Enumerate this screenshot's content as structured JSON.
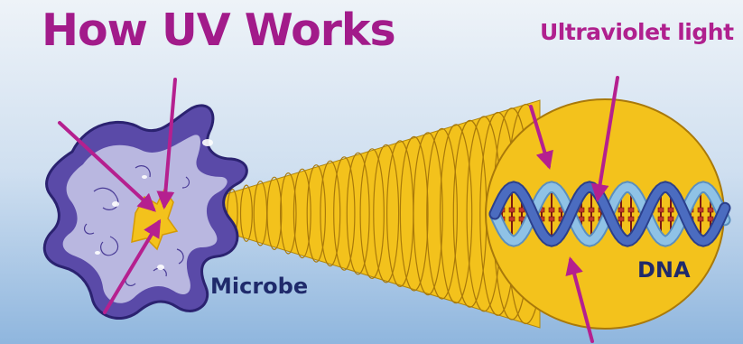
{
  "diagram": {
    "title": "How UV Works",
    "labels": {
      "ultraviolet_light": "Ultraviolet light",
      "microbe": "Microbe",
      "dna": "DNA"
    }
  },
  "colors": {
    "title": "#a21b8a",
    "uv_label": "#b0208e",
    "uv_arrows": "#b5208f",
    "dark_labels": "#1f2a6b",
    "background_top": "#eef3f8",
    "background_bottom": "#8fb6de",
    "cone_fill": "#f3c21c",
    "dna_strand": "#8fc2e6",
    "dna_bases": "#c0392b",
    "microbe_outer": "#5a4aa8",
    "microbe_inner": "#b9b7e0"
  },
  "icons": [
    "uv-arrow-icon",
    "microbe-icon",
    "dna-helix-icon",
    "magnifier-cone-icon"
  ]
}
